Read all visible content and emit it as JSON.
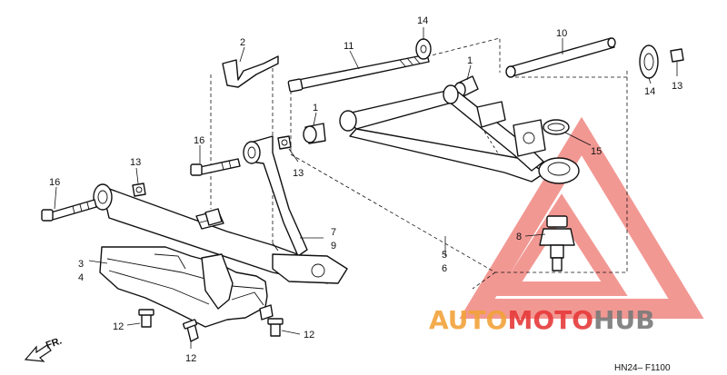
{
  "diagram": {
    "callouts": {
      "c1a": "1",
      "c1b": "1",
      "c2": "2",
      "c3": "3",
      "c4": "4",
      "c5": "5",
      "c6": "6",
      "c7": "7",
      "c8": "8",
      "c9": "9",
      "c10": "10",
      "c11": "11",
      "c12a": "12",
      "c12b": "12",
      "c12c": "12",
      "c13a": "13",
      "c13b": "13",
      "c13c": "13",
      "c14a": "14",
      "c14b": "14",
      "c15": "15",
      "c16a": "16",
      "c16b": "16"
    },
    "direction_label": "FR.",
    "figure_code": "HN24– F1100"
  },
  "watermark": {
    "word_auto": "AUTO",
    "word_moto": "MOTO",
    "word_hub": "HUB",
    "colors": {
      "auto": "#f2a33a",
      "moto": "#e63a3a",
      "hub": "#7a7a7a",
      "triangle": "#e8443c"
    }
  }
}
